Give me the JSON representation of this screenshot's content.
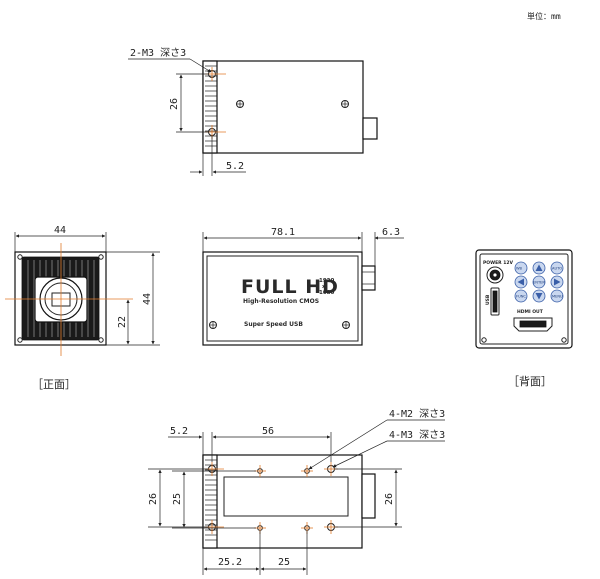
{
  "unit_label": "単位：mm",
  "top_view": {
    "callout": "2-M3 深さ3",
    "dim_height": "26",
    "dim_offset": "5.2"
  },
  "front_view": {
    "dim_width": "44",
    "dim_height": "44",
    "dim_center": "22",
    "caption": "［正面］"
  },
  "side_view": {
    "dim_length": "78.1",
    "dim_connector": "6.3",
    "logo_main": "FULL HD",
    "logo_res_top": "1920",
    "logo_res_x": "x",
    "logo_res_bottom": "1080",
    "logo_sub": "High-Resolution CMOS",
    "logo_bottom": "Super Speed USB"
  },
  "rear_view": {
    "caption": "［背面］",
    "power_label": "POWER 12V",
    "usb_label": "USB",
    "hdmi_label": "HDMI OUT",
    "button_labels": [
      "MENU",
      "AUTO",
      "ENTER",
      "FUNC",
      "WB"
    ]
  },
  "bottom_view": {
    "callout_m2": "4-M2 深さ3",
    "callout_m3": "4-M3 深さ3",
    "dim_offset": "5.2",
    "dim_hole_pitch": "56",
    "dim_height_outer": "26",
    "dim_height_inner": "25",
    "dim_right": "26",
    "dim_bottom_a": "25.2",
    "dim_bottom_b": "25"
  },
  "colors": {
    "line": "#222222",
    "centerline": "#e07a2a",
    "button": "#c9d7ef"
  }
}
